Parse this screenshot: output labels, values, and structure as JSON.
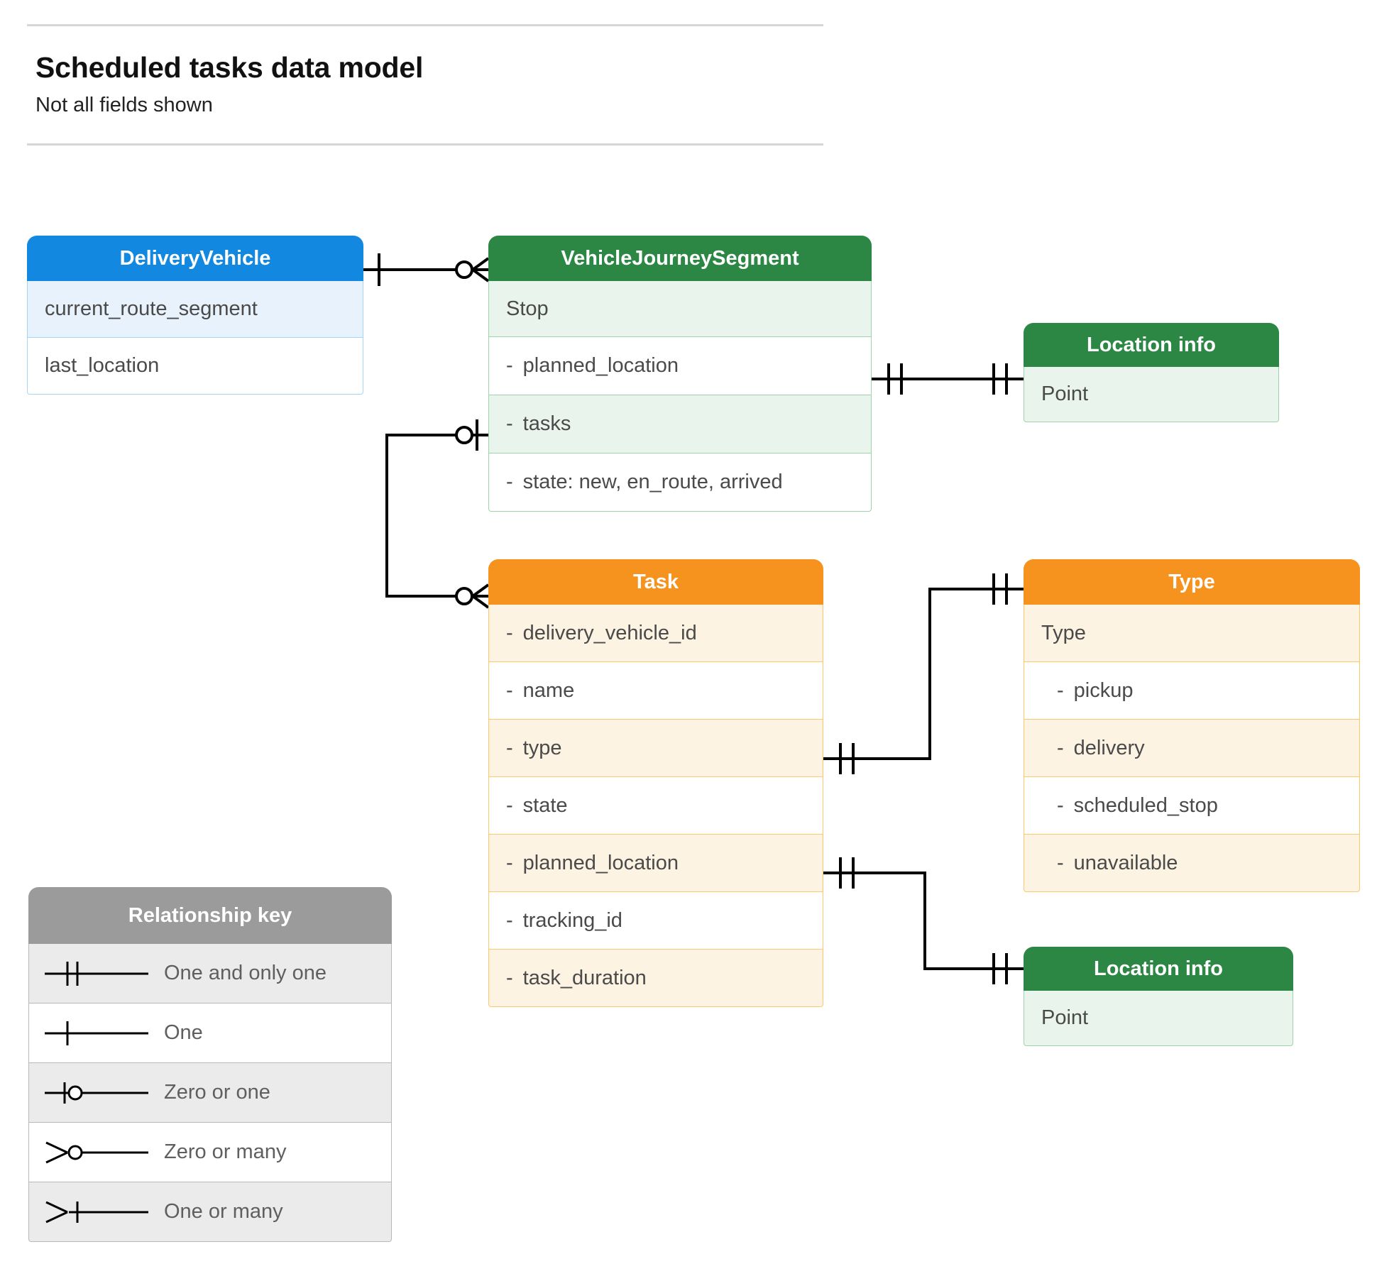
{
  "header": {
    "title": "Scheduled tasks data model",
    "subtitle": "Not all fields shown"
  },
  "colors": {
    "blue_header": "#1288e0",
    "blue_row": "#e8f2fd",
    "blue_border": "#a5d4f7",
    "green_header": "#2c8745",
    "green_row": "#e9f4ec",
    "green_border": "#9ed3ab",
    "orange_header": "#f6921e",
    "orange_row": "#fdf3e2",
    "orange_border": "#fbc96b",
    "grey_header": "#9b9b9b",
    "grey_row": "#ebebeb",
    "rule": "#d6d6d6",
    "connector": "#000000",
    "text": "#4a4a4a"
  },
  "entities": {
    "delivery_vehicle": {
      "title": "DeliveryVehicle",
      "rows": [
        {
          "text": "current_route_segment"
        },
        {
          "text": "last_location"
        }
      ]
    },
    "vehicle_journey_segment": {
      "title": "VehicleJourneySegment",
      "rows": [
        {
          "text": "Stop"
        },
        {
          "dash": "-",
          "text": "planned_location"
        },
        {
          "dash": "-",
          "text": "tasks"
        },
        {
          "dash": "-",
          "text": "state: new, en_route, arrived"
        }
      ]
    },
    "location_info_top": {
      "title": "Location info",
      "rows": [
        {
          "text": "Point"
        }
      ]
    },
    "task": {
      "title": "Task",
      "rows": [
        {
          "dash": "-",
          "text": "delivery_vehicle_id"
        },
        {
          "dash": "-",
          "text": "name"
        },
        {
          "dash": "-",
          "text": "type"
        },
        {
          "dash": "-",
          "text": "state"
        },
        {
          "dash": "-",
          "text": "planned_location"
        },
        {
          "dash": "-",
          "text": "tracking_id"
        },
        {
          "dash": "-",
          "text": "task_duration"
        }
      ]
    },
    "type": {
      "title": "Type",
      "rows": [
        {
          "text": "Type"
        },
        {
          "dash": "-",
          "text": "pickup"
        },
        {
          "dash": "-",
          "text": "delivery"
        },
        {
          "dash": "-",
          "text": "scheduled_stop"
        },
        {
          "dash": "-",
          "text": "unavailable"
        }
      ]
    },
    "location_info_bottom": {
      "title": "Location info",
      "rows": [
        {
          "text": "Point"
        }
      ]
    }
  },
  "legend": {
    "title": "Relationship key",
    "items": [
      {
        "symbol": "one-and-only-one-icon",
        "label": "One and only one"
      },
      {
        "symbol": "one-icon",
        "label": "One"
      },
      {
        "symbol": "zero-or-one-icon",
        "label": "Zero or one"
      },
      {
        "symbol": "zero-or-many-icon",
        "label": "Zero or many"
      },
      {
        "symbol": "one-or-many-icon",
        "label": "One or many"
      }
    ]
  },
  "relationships": [
    {
      "from": "DeliveryVehicle",
      "to": "VehicleJourneySegment",
      "from_cardinality": "One",
      "to_cardinality": "Zero or many"
    },
    {
      "from": "VehicleJourneySegment.planned_location",
      "to": "Location info",
      "from_cardinality": "One and only one",
      "to_cardinality": "One and only one"
    },
    {
      "from": "VehicleJourneySegment.tasks",
      "to": "Task",
      "from_cardinality": "Zero or one",
      "to_cardinality": "Zero or many"
    },
    {
      "from": "Task.type",
      "to": "Type",
      "from_cardinality": "One and only one",
      "to_cardinality": "One and only one"
    },
    {
      "from": "Task.planned_location",
      "to": "Location info",
      "from_cardinality": "One and only one",
      "to_cardinality": "One and only one"
    }
  ]
}
